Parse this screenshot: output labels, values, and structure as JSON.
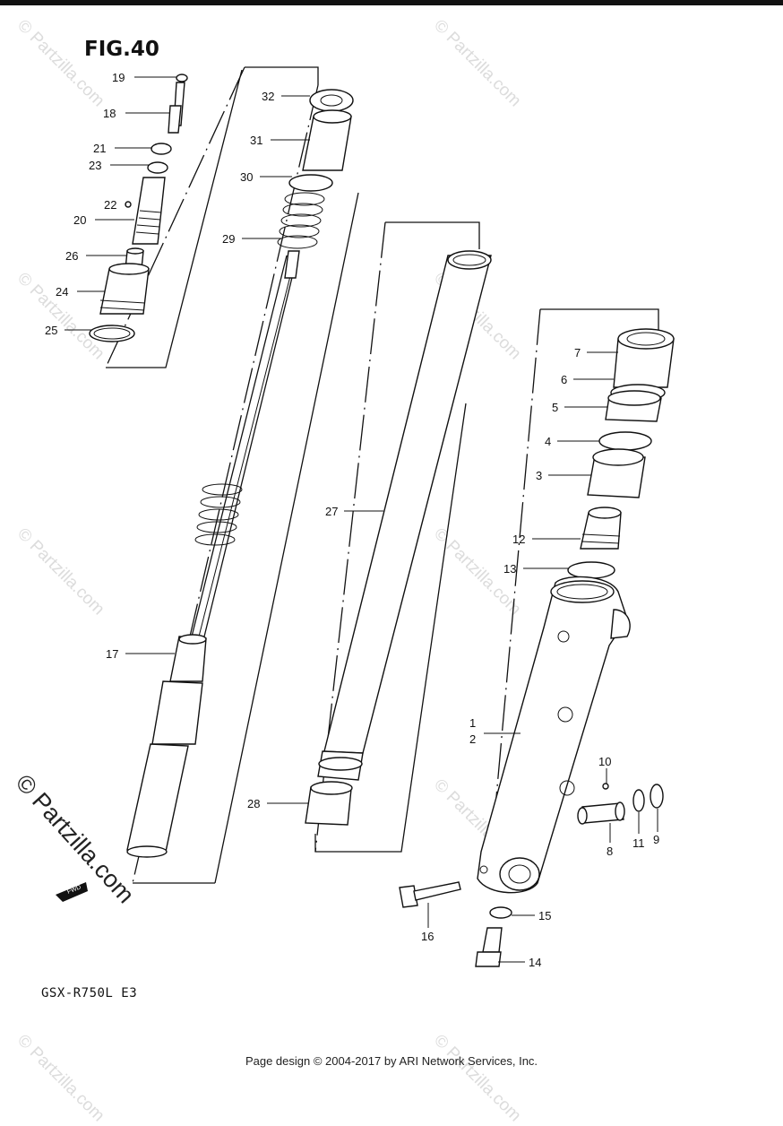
{
  "figure": {
    "title": "FIG.40",
    "model": "GSX-R750L  E3"
  },
  "footer": "Page design © 2004-2017 by ARI Network Services, Inc.",
  "watermark": {
    "small": "© Partzilla.com",
    "large": "© Partzilla.com"
  },
  "fwd_label": "FWD",
  "callouts": {
    "c1": "1",
    "c2": "2",
    "c3": "3",
    "c4": "4",
    "c5": "5",
    "c6": "6",
    "c7": "7",
    "c8": "8",
    "c9": "9",
    "c10": "10",
    "c11": "11",
    "c12": "12",
    "c13": "13",
    "c14": "14",
    "c15": "15",
    "c16": "16",
    "c17": "17",
    "c18": "18",
    "c19": "19",
    "c20": "20",
    "c21": "21",
    "c22": "22",
    "c23": "23",
    "c24": "24",
    "c25": "25",
    "c26": "26",
    "c27": "27",
    "c28": "28",
    "c29": "29",
    "c30": "30",
    "c31": "31",
    "c32": "32"
  }
}
